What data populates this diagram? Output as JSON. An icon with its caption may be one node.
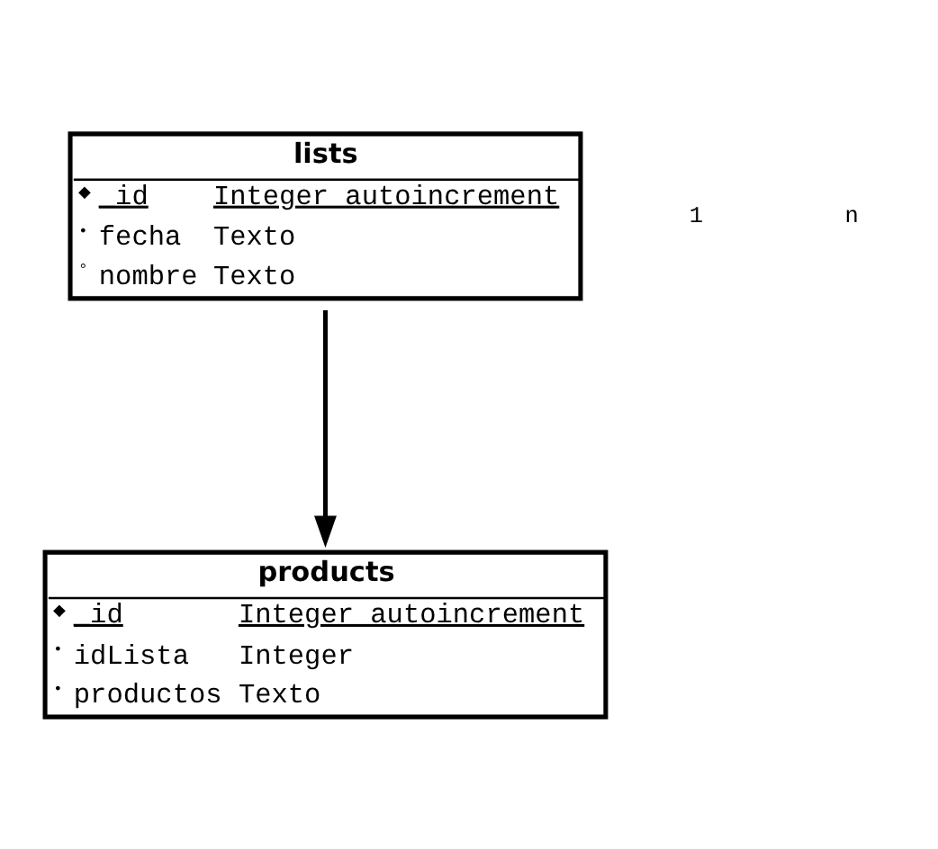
{
  "diagram": {
    "nodes": [
      {
        "text": [
          "lists",
          "◆",
          "_id",
          "Integer autoincrement",
          "•",
          "fecha",
          "Texto",
          "°",
          "nombre",
          "Texto"
        ]
      },
      {
        "text": [
          "products",
          "◆",
          "_id",
          "Integer autoincrement",
          "•",
          "idLista",
          "Integer",
          "•",
          "productos",
          "Texto"
        ]
      }
    ],
    "edges": [
      {
        "from": 0,
        "to": 1,
        "arrow": "to"
      }
    ],
    "labels": [
      "1",
      "n"
    ]
  }
}
